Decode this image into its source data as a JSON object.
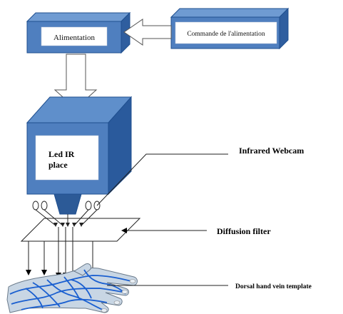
{
  "diagram": {
    "power_box_label": "Alimentation",
    "control_box_label": "Commande de l'alimentation",
    "led_label_line1": "Led   IR",
    "led_label_line2": "place",
    "webcam_label": "Infrared Webcam",
    "filter_label": "Diffusion filter",
    "hand_label": "Dorsal hand vein template"
  },
  "colors": {
    "box_blue": "#4f7fbf",
    "box_dark": "#1f4f8f",
    "box_side": "#3a6aa8",
    "vein_blue": "#1a5fd0",
    "hand_fill": "#c8d6e4"
  }
}
